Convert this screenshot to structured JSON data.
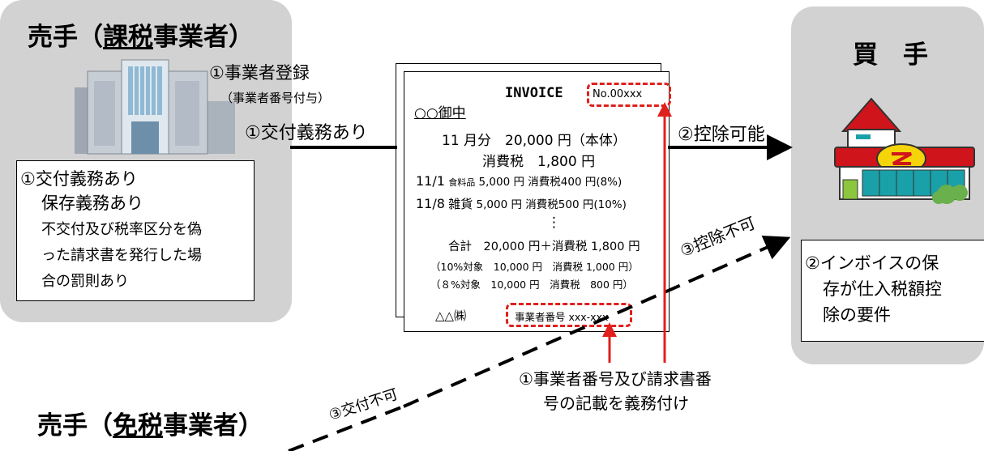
{
  "seller_taxable": {
    "title_prefix": "売手（",
    "title_underlined": "課税",
    "title_suffix": "事業者）",
    "registration": "①事業者登録",
    "registration_sub": "（事業者番号付与）",
    "delivery_obligation": "①交付義務あり",
    "box_lines": [
      "①交付義務あり",
      "保存義務あり"
    ],
    "box_small_lines": [
      "不交付及び税率区分を偽",
      "った請求書を発行した場",
      "合の罰則あり"
    ]
  },
  "seller_exempt": {
    "title_prefix": "売手（",
    "title_underlined": "免税",
    "title_suffix": "事業者）",
    "cannot_issue": "③交付不可"
  },
  "buyer": {
    "title": "買　手",
    "deductible": "②控除可能",
    "not_deductible": "③控除不可",
    "box_lines": [
      "②インボイスの保",
      "存が仕入税額控",
      "除の要件"
    ]
  },
  "invoice": {
    "title": "INVOICE",
    "number": "No.00xxx",
    "addressee": "○○御中",
    "month_line": "11 月分　20,000 円（本体）",
    "tax_line": "消費税　1,800 円",
    "item1_date": "11/1",
    "item1_name": "食料品",
    "item1_rest": "5,000 円 消費税400 円(8%)",
    "item2_date": "11/8",
    "item2_name": "雑貨",
    "item2_rest": "5,000 円 消費税500 円(10%)",
    "ellipsis": "⋮",
    "total_line": "合計　20,000 円＋消費税 1,800 円",
    "rate10_line": "（10%対象　10,000 円　消費税 1,000 円）",
    "rate8_line": "（８%対象　10,000 円　消費税　800 円）",
    "issuer": "△△㈱",
    "business_number": "事業者番号 xxx-xxx"
  },
  "annotation": {
    "lines": [
      "①事業者番号及び請求書番",
      "号の記載を義務付け"
    ]
  },
  "colors": {
    "panel": "#d2d2d2",
    "highlight": "#e0201c",
    "shop_roof": "#d0141b",
    "shop_awning": "#1aa0a8",
    "logo": "#f5d40a"
  }
}
